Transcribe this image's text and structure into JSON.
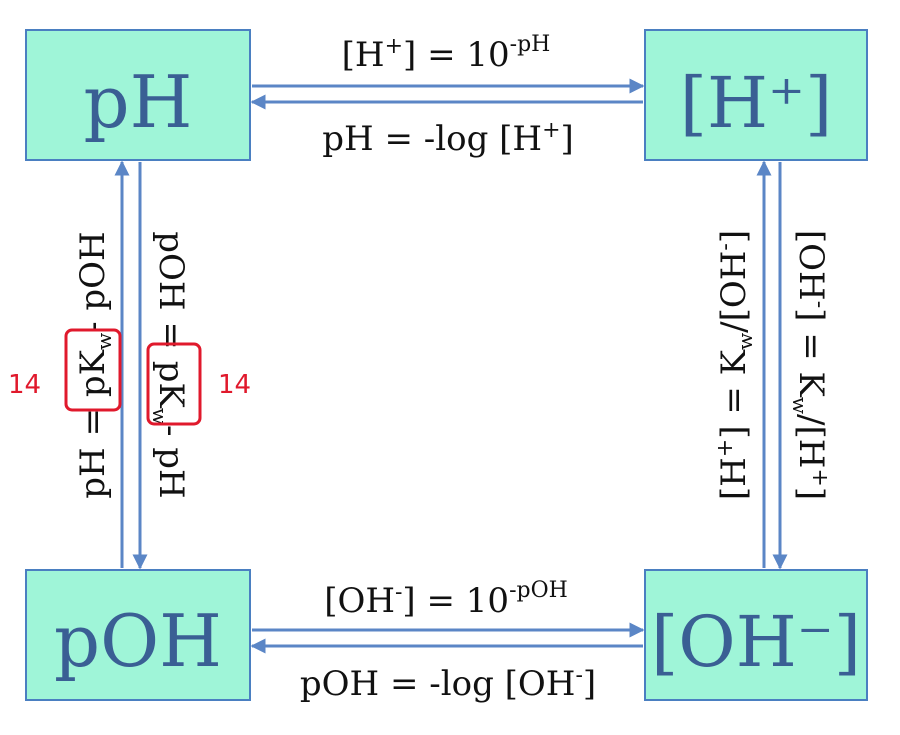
{
  "nodes": {
    "ph": "pH",
    "h_plus": "[H⁺]",
    "poh": "pOH",
    "oh_minus": "[OH⁻]"
  },
  "equations": {
    "h_from_ph": {
      "base": "[H",
      "sup1": "+",
      "mid": "] = 10",
      "sup2": "-pH"
    },
    "ph_from_h": {
      "a": "pH = -log [H",
      "sup": "+",
      "b": "]"
    },
    "oh_from_poh": {
      "base": "[OH",
      "sup1": "-",
      "mid": "] = 10",
      "sup2": "-pOH"
    },
    "poh_from_oh": {
      "a": "pOH = -log [OH",
      "sup": "-",
      "b": "]"
    },
    "ph_from_poh": {
      "a": "pH = pK",
      "sub": "w",
      "b": "- pOH"
    },
    "poh_from_ph": {
      "a": "pOH = pK",
      "sub": "w",
      "b": "- pH"
    },
    "h_from_oh": {
      "a": "[H",
      "sup1": "+",
      "b": "] = K",
      "sub": "w",
      "c": "/[OH",
      "sup2": "-",
      "d": "]"
    },
    "oh_from_h": {
      "a": "[OH",
      "sup1": "-",
      "b": "] = K",
      "sub": "w",
      "c": "/[H",
      "sup2": "+",
      "d": "]"
    }
  },
  "annotations": {
    "left_note": "14",
    "right_note": "14"
  },
  "colors": {
    "box_fill": "#9ff5d8",
    "box_border": "#4a7fc1",
    "box_text": "#3a5f94",
    "arrow": "#5b86c6",
    "annotation": "#e0192c"
  }
}
